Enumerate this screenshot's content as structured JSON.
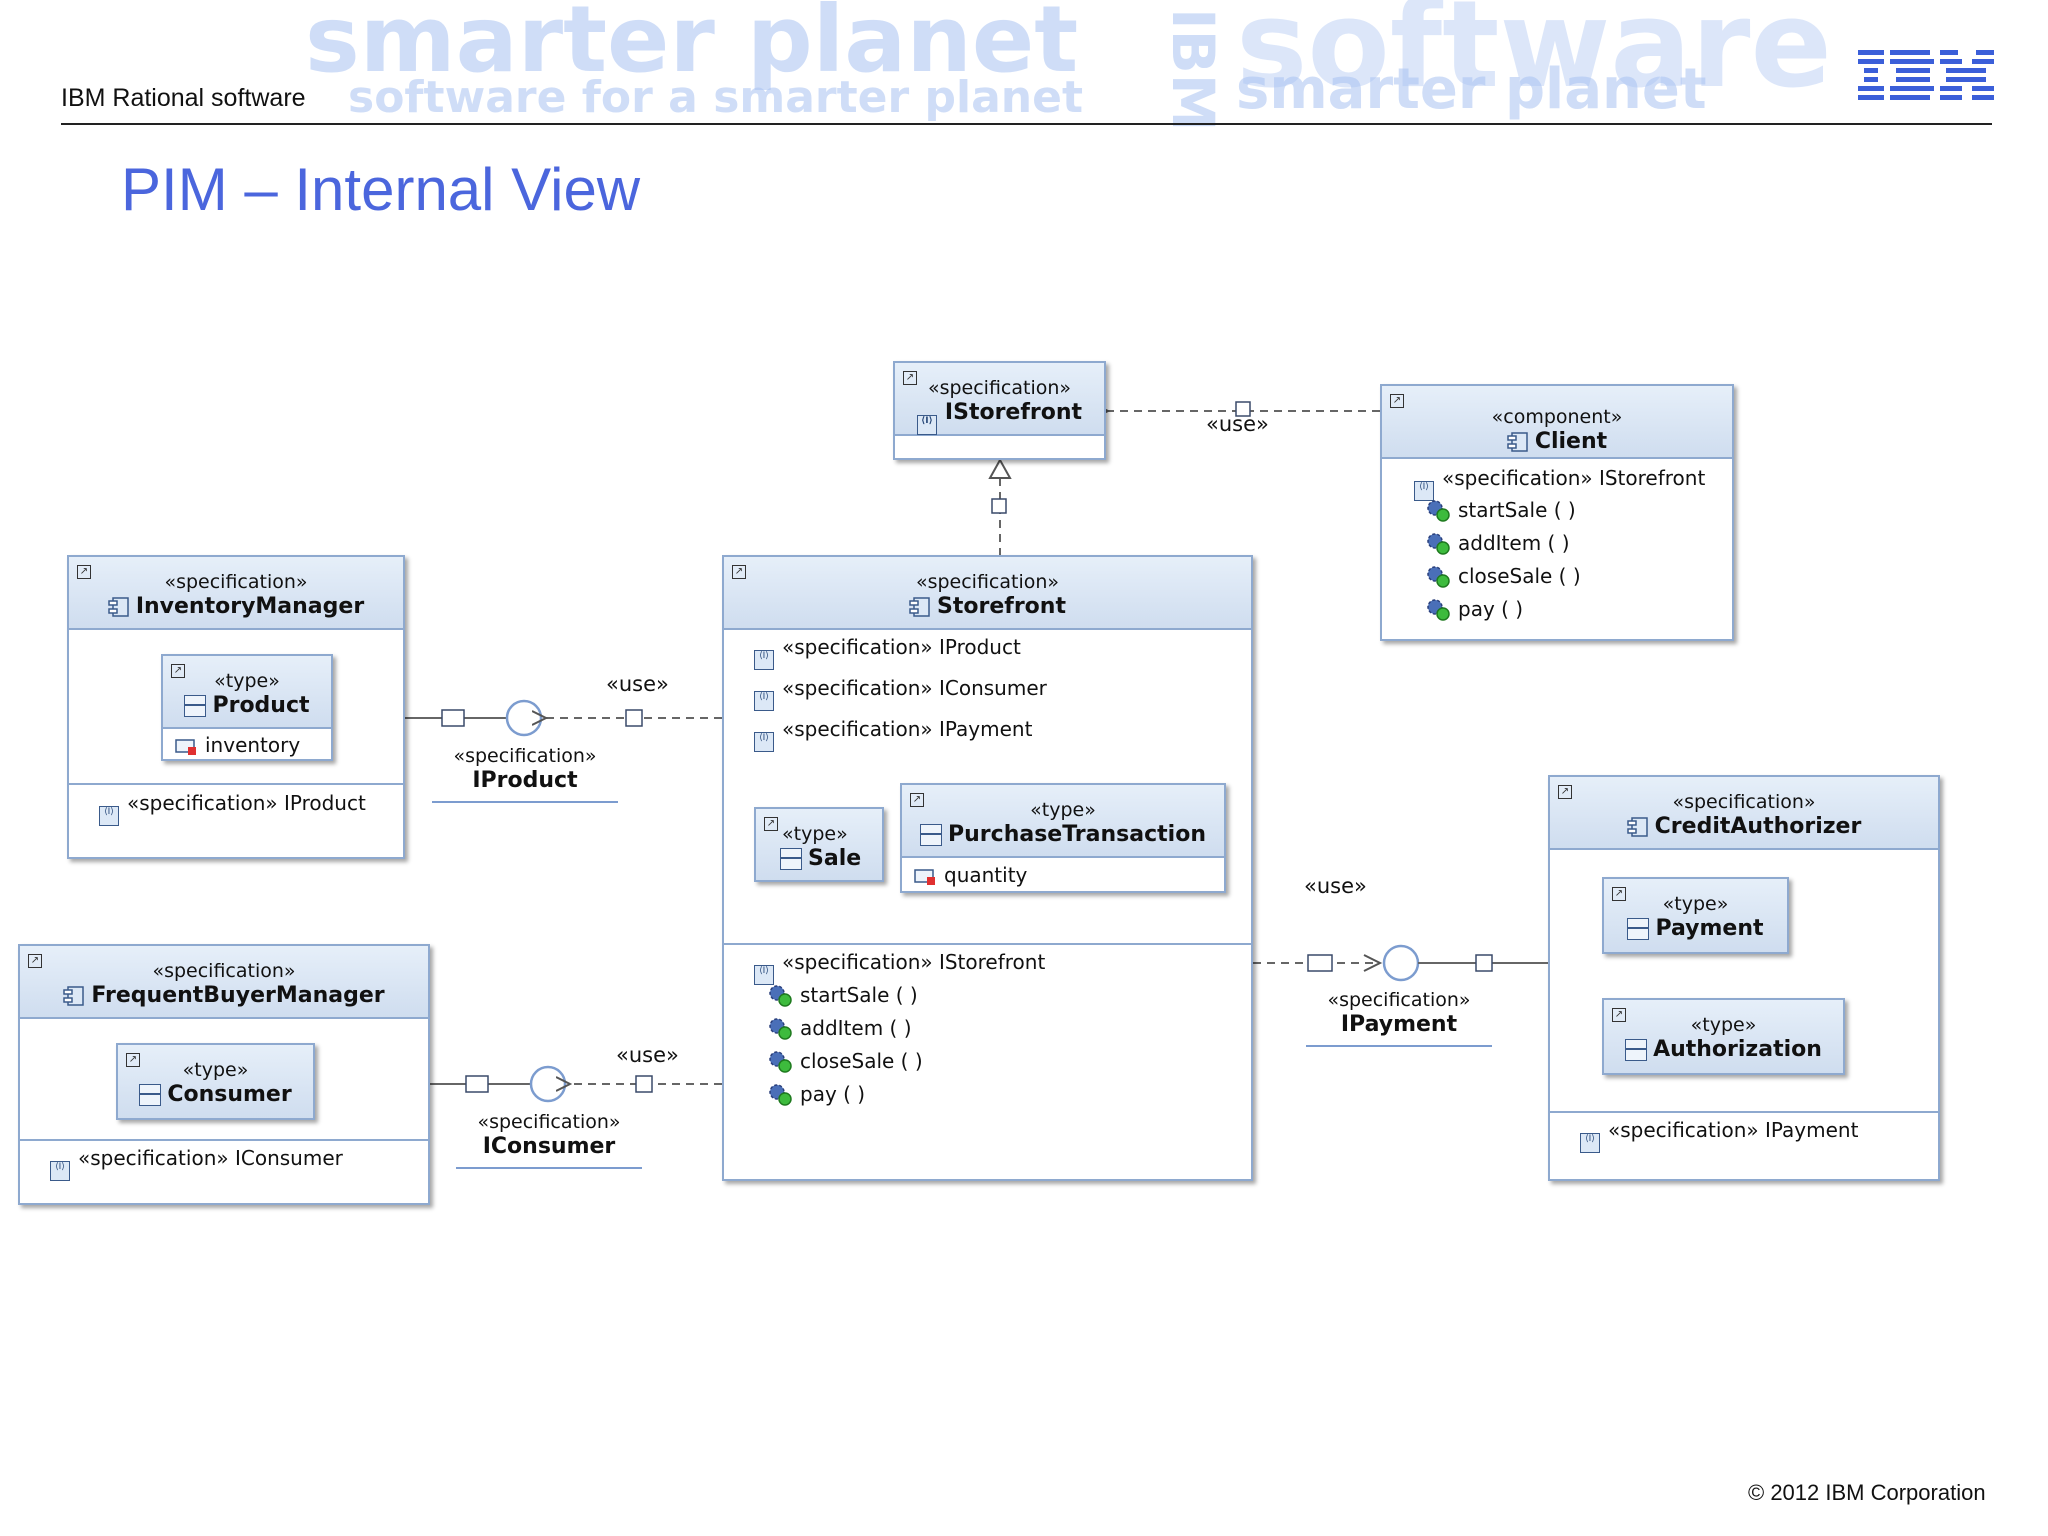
{
  "header": {
    "product": "IBM Rational software",
    "logo": "IBM",
    "background_words": [
      "smarter planet",
      "software for a smarter planet",
      "IBM",
      "software",
      "smarter planet"
    ]
  },
  "title": "PIM – Internal View",
  "footer": {
    "copyright": "© 2012 IBM Corporation"
  },
  "diagram": {
    "use_label": "«use»",
    "istorefront": {
      "stereotype": "«specification»",
      "name": "IStorefront"
    },
    "client": {
      "stereotype": "«component»",
      "name": "Client",
      "realizes": "«specification» IStorefront",
      "operations": [
        "startSale ( )",
        "addItem ( )",
        "closeSale ( )",
        "pay ( )"
      ]
    },
    "inventory_manager": {
      "stereotype": "«specification»",
      "name": "InventoryManager",
      "product": {
        "stereotype": "«type»",
        "name": "Product",
        "attribute": "inventory"
      },
      "realizes": "«specification» IProduct"
    },
    "storefront": {
      "stereotype": "«specification»",
      "name": "Storefront",
      "uses": [
        "«specification» IProduct",
        "«specification» IConsumer",
        "«specification» IPayment"
      ],
      "sale": {
        "stereotype": "«type»",
        "name": "Sale"
      },
      "purchase": {
        "stereotype": "«type»",
        "name": "PurchaseTransaction",
        "attribute": "quantity"
      },
      "realizes": "«specification» IStorefront",
      "operations": [
        "startSale ( )",
        "addItem ( )",
        "closeSale ( )",
        "pay ( )"
      ]
    },
    "iproduct": {
      "stereotype": "«specification»",
      "name": "IProduct"
    },
    "frequent_buyer": {
      "stereotype": "«specification»",
      "name": "FrequentBuyerManager",
      "consumer": {
        "stereotype": "«type»",
        "name": "Consumer"
      },
      "realizes": "«specification» IConsumer"
    },
    "iconsumer": {
      "stereotype": "«specification»",
      "name": "IConsumer"
    },
    "ipayment": {
      "stereotype": "«specification»",
      "name": "IPayment"
    },
    "credit_authorizer": {
      "stereotype": "«specification»",
      "name": "CreditAuthorizer",
      "payment": {
        "stereotype": "«type»",
        "name": "Payment"
      },
      "authorization": {
        "stereotype": "«type»",
        "name": "Authorization"
      },
      "realizes": "«specification» IPayment"
    }
  }
}
